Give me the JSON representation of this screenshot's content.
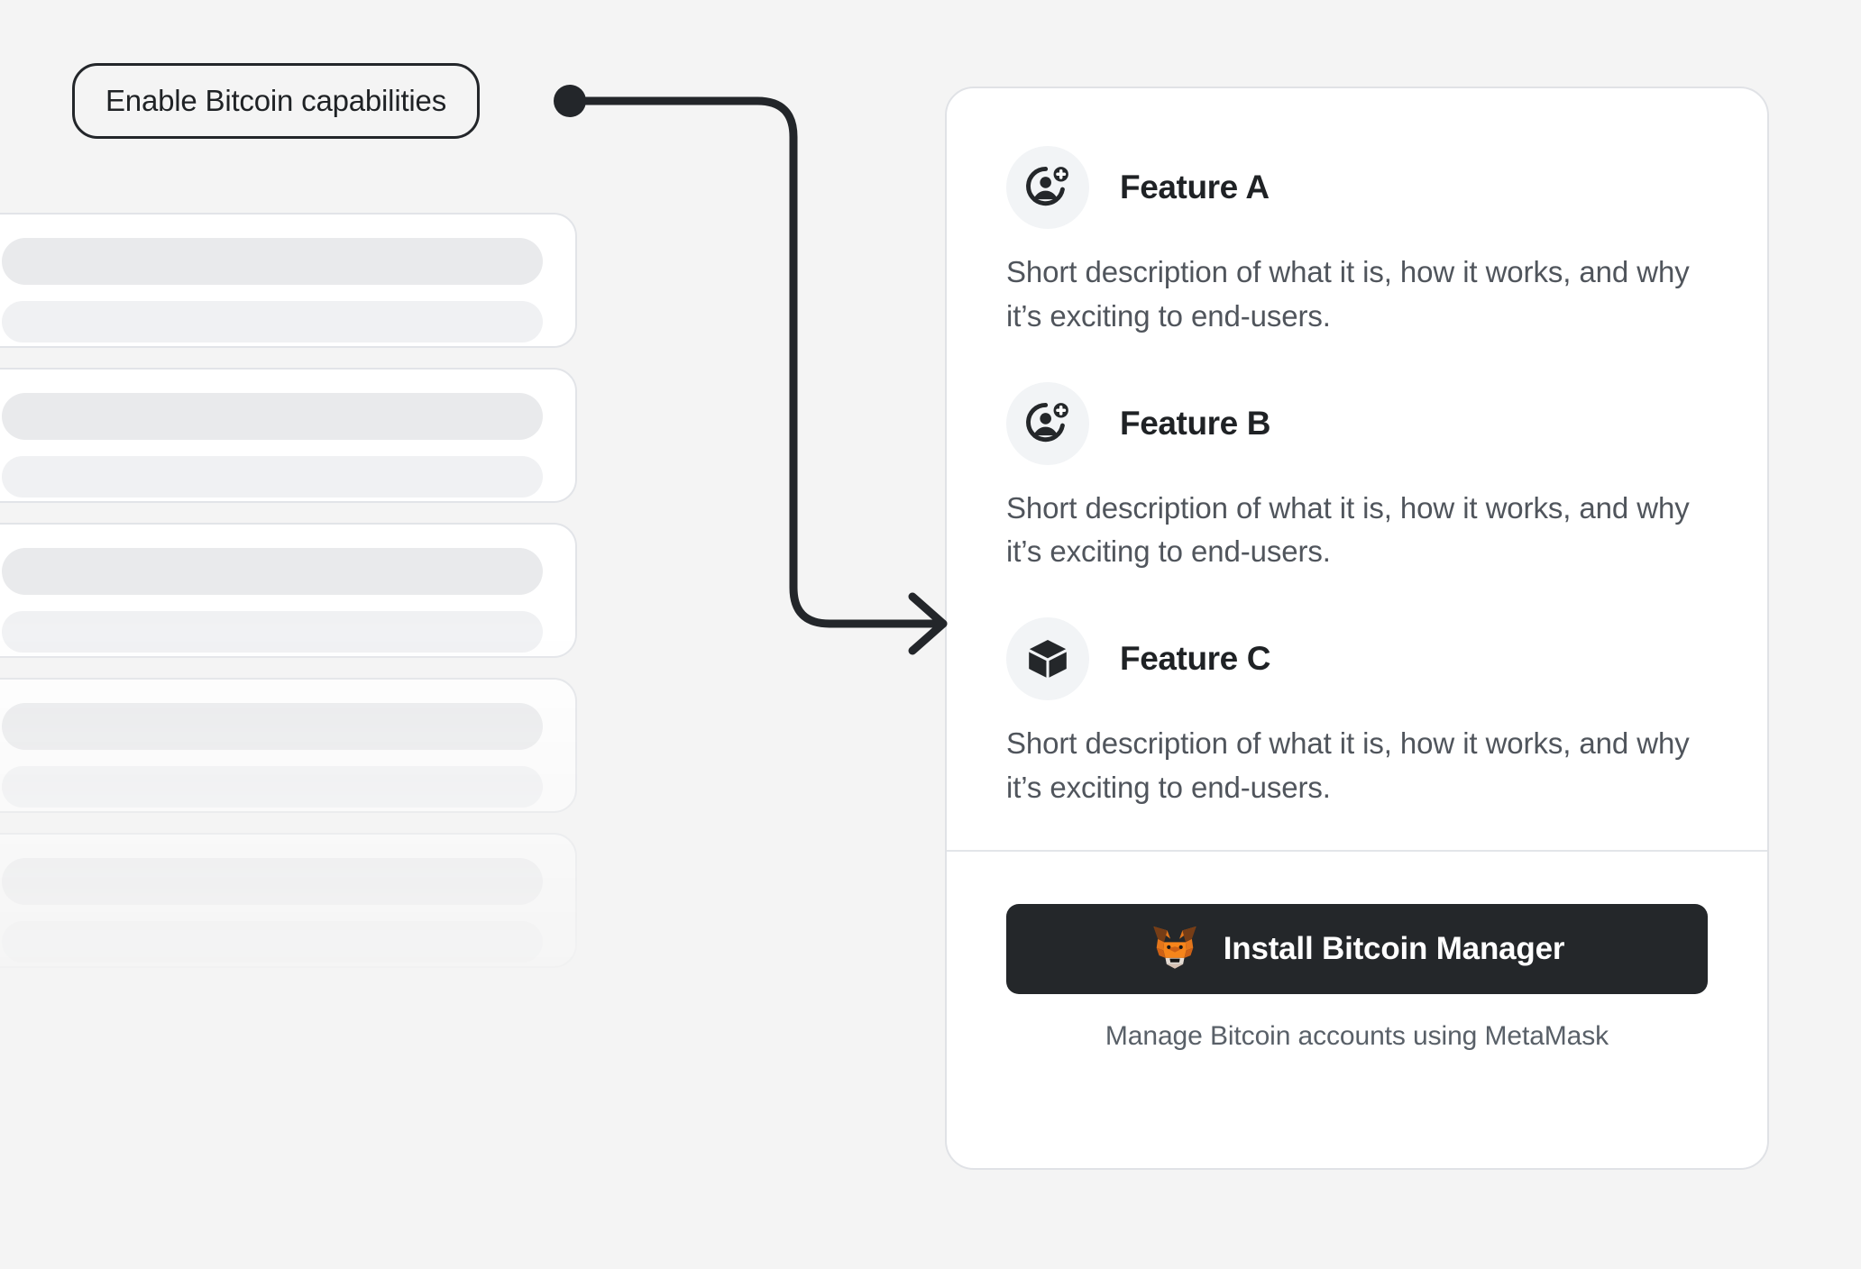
{
  "theme": {
    "page_background": "#f4f4f4",
    "card_background": "#ffffff",
    "card_border": "#e0e2e6",
    "text_primary": "#1f2225",
    "text_secondary": "#50555c",
    "text_muted": "#596068",
    "connector_stroke": "#23262a",
    "icon_circle_background": "#f2f4f6",
    "button_background": "#24272a",
    "button_text": "#ffffff",
    "metamask_orange": "#e88a34",
    "metamask_dark_orange": "#cd6116",
    "metamask_brown": "#763d16",
    "metamask_cream": "#e4dcd4",
    "skeleton_card_background": "#ffffff",
    "skeleton_bar_primary": "#e9eaec",
    "skeleton_bar_secondary": "#f0f1f3"
  },
  "callout": {
    "label": "Enable Bitcoin capabilities",
    "connector": {
      "has_start_dot": true,
      "has_arrow_head": true,
      "direction": "right-down-right"
    }
  },
  "skeleton": {
    "card_count": 5,
    "bars_per_card": 2
  },
  "card": {
    "features": [
      {
        "icon": "add-user-icon",
        "title": "Feature A",
        "description": "Short description of what it is, how it works, and why it’s exciting to end-users."
      },
      {
        "icon": "add-user-icon",
        "title": "Feature B",
        "description": "Short description of what it is, how it works, and why it’s exciting to end-users."
      },
      {
        "icon": "cube-icon",
        "title": "Feature C",
        "description": "Short description of what it is, how it works, and why it’s exciting to end-users."
      }
    ],
    "install": {
      "icon": "metamask-fox-icon",
      "button_label": "Install Bitcoin Manager",
      "caption": "Manage Bitcoin accounts using MetaMask"
    }
  }
}
